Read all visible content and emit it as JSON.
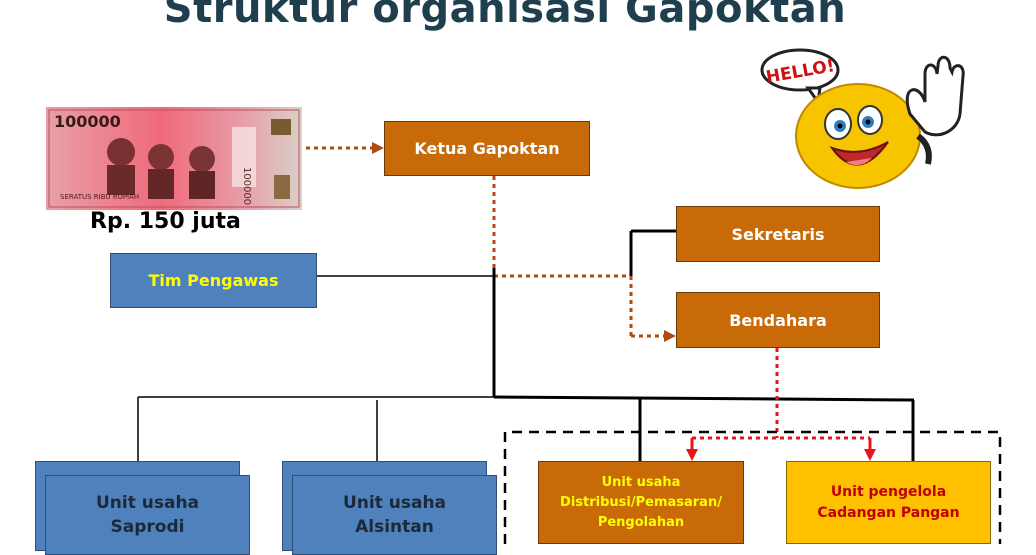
{
  "title": "Struktur organisasi Gapoktan",
  "banknote": {
    "denomination": "100000",
    "caption": "Rp. 150 juta"
  },
  "hello_text": "HELLO!",
  "nodes": {
    "ketua": "Ketua Gapoktan",
    "sekretaris": "Sekretaris",
    "bendahara": "Bendahara",
    "tim_pengawas": "Tim Pengawas",
    "unit_saprodi": [
      "Unit usaha",
      "Saprodi"
    ],
    "unit_alsintan": [
      "Unit usaha",
      "Alsintan"
    ],
    "unit_distribusi": [
      "Unit usaha",
      "Distribusi/Pemasaran/",
      "Pengolahan"
    ],
    "unit_cadangan": [
      "Unit pengelola",
      "Cadangan Pangan"
    ]
  },
  "colors": {
    "orange": "#c96a08",
    "blue": "#4f81bd",
    "gold": "#ffc000",
    "yellow_text": "#ffff00",
    "red_text": "#c00000",
    "dotted_brown": "#b04a10",
    "arrow_red": "#e8141b",
    "title": "#1f3f4f"
  }
}
